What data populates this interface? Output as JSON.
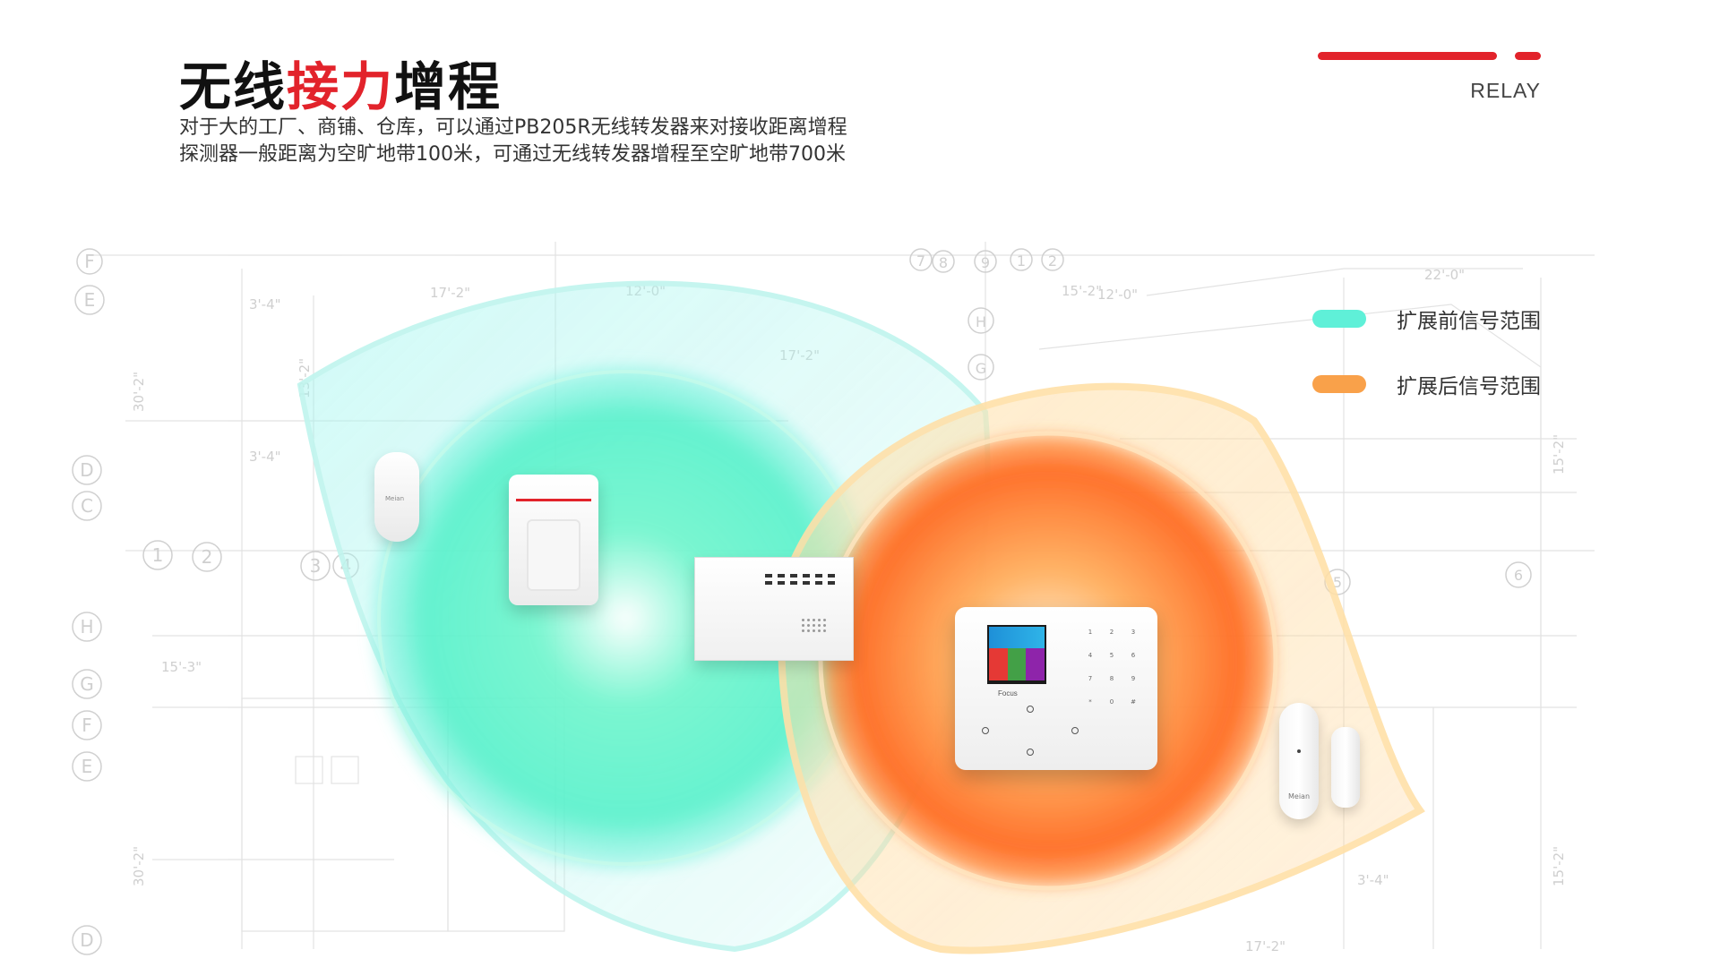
{
  "header": {
    "title_prefix": "无线",
    "title_highlight": "接力",
    "title_suffix": "增程",
    "desc_line1": "对于大的工厂、商铺、仓库，可以通过PB205R无线转发器来对接收距离增程",
    "desc_line2": "探测器一般距离为空旷地带100米，可通过无线转发器增程至空旷地带700米",
    "tag": "RELAY"
  },
  "legend": [
    {
      "label": "扩展前信号范围",
      "color": "#5ff0d8"
    },
    {
      "label": "扩展后信号范围",
      "color": "#f9a14a"
    }
  ],
  "devices": {
    "pir_small_brand": "Meian",
    "panel_brand": "Focus",
    "panel_keys": [
      "1",
      "2",
      "3",
      "4",
      "5",
      "6",
      "7",
      "8",
      "9",
      "*",
      "0",
      "#"
    ],
    "door_brand": "Meian"
  },
  "blueprint_marks": {
    "circled": [
      "F",
      "E",
      "D",
      "C",
      "H",
      "G",
      "F",
      "E",
      "D",
      "1",
      "2",
      "3",
      "4",
      "5",
      "6",
      "7",
      "8",
      "9",
      "1",
      "2",
      "H",
      "G"
    ],
    "dims": [
      "3'-4\"",
      "17'-2\"",
      "12'-0\"",
      "30'-2\"",
      "13'-2\"",
      "3'-4\"",
      "15'-3\"",
      "30'-2\"",
      "15'-2\"",
      "22'-0\"",
      "12'-0\"",
      "15'-2\"",
      "3'-4\"",
      "17'-2\"",
      "15'-2\""
    ]
  },
  "colors": {
    "accent": "#e2232b",
    "cyan_glow": "#55f0c0",
    "orange_glow": "#ff7a2a"
  }
}
